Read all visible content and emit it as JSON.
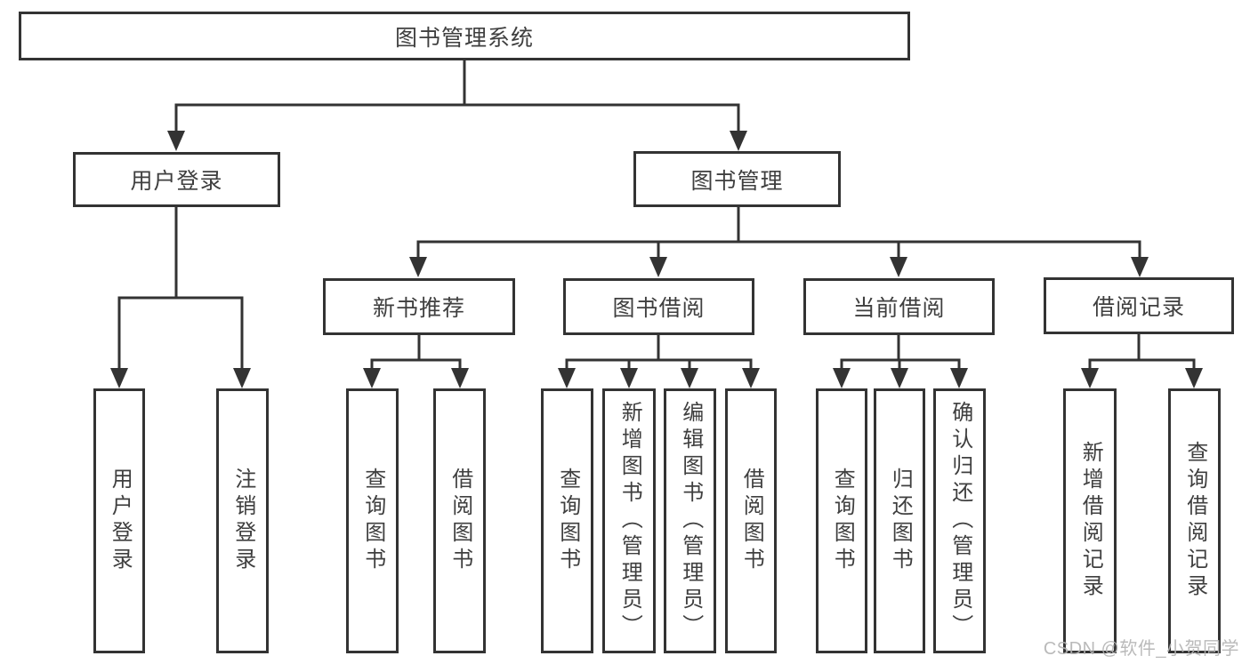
{
  "colors": {
    "line": "#333333",
    "text": "#3f3f3f",
    "watermark": "#b2b2b2",
    "background": "#ffffff"
  },
  "watermark": {
    "text": "CSDN @软件_小贺同学"
  },
  "tree": {
    "root": {
      "label": "图书管理系统"
    },
    "branches": [
      {
        "label": "用户登录",
        "leaves": [
          {
            "label": "用户登录"
          },
          {
            "label": "注销登录"
          }
        ]
      },
      {
        "label": "图书管理",
        "groups": [
          {
            "label": "新书推荐",
            "leaves": [
              {
                "label": "查询图书"
              },
              {
                "label": "借阅图书"
              }
            ]
          },
          {
            "label": "图书借阅",
            "leaves": [
              {
                "label": "查询图书"
              },
              {
                "label": "新增图书（管理员）"
              },
              {
                "label": "编辑图书（管理员）"
              },
              {
                "label": "借阅图书"
              }
            ]
          },
          {
            "label": "当前借阅",
            "leaves": [
              {
                "label": "查询图书"
              },
              {
                "label": "归还图书"
              },
              {
                "label": "确认归还（管理员）"
              }
            ]
          },
          {
            "label": "借阅记录",
            "leaves": [
              {
                "label": "新增借阅记录"
              },
              {
                "label": "查询借阅记录"
              }
            ]
          }
        ]
      }
    ]
  }
}
